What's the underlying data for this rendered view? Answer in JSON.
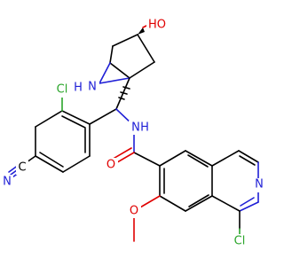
{
  "colors": {
    "carbon_bond": "#000000",
    "nitrogen": "#1f1fd6",
    "oxygen": "#e00000",
    "chlorine": "#2aa52a",
    "background": "#ffffff"
  },
  "labels": {
    "ho": "HO",
    "nh_pyrrolidine": "N",
    "h_pyrrolidine": "H",
    "nh_amide": "N",
    "h_amide": "H",
    "cl_top": "Cl",
    "nitrile_n": "N",
    "nitrile_c": "C",
    "amide_o": "O",
    "methoxy_o": "O",
    "isoquinoline_n": "N",
    "cl_bottom": "Cl"
  }
}
